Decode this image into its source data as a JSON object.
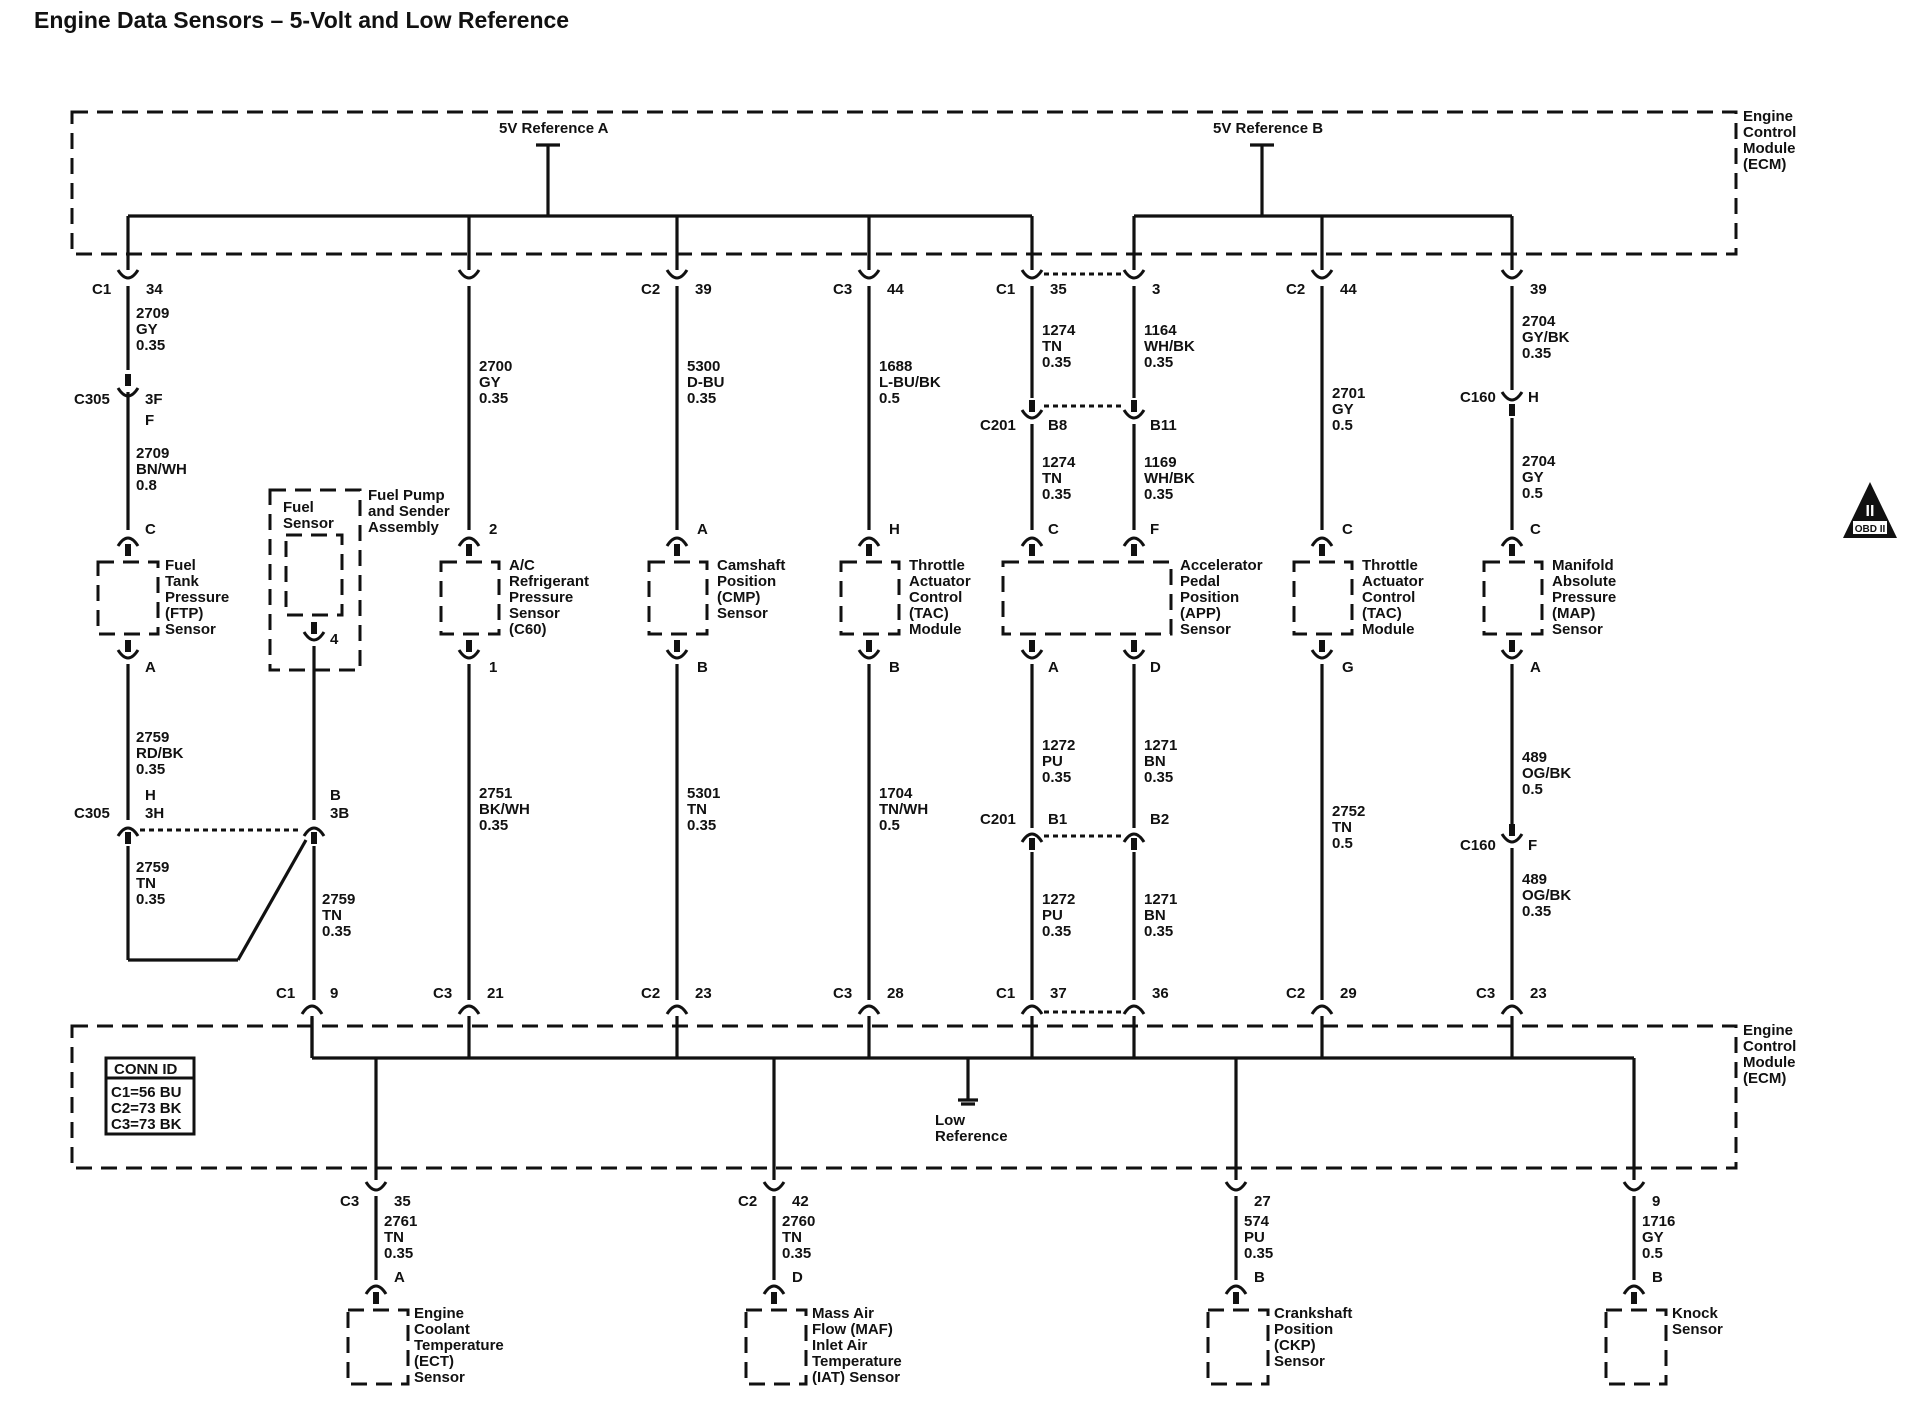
{
  "title": "Engine Data Sensors – 5-Volt and Low Reference",
  "ecm_label": [
    "Engine",
    "Control",
    "Module",
    "(ECM)"
  ],
  "ref_a": "5V Reference A",
  "ref_b": "5V Reference B",
  "low_ref": [
    "Low",
    "Reference"
  ],
  "obd_badge": "OBD II",
  "conn_id": {
    "title": "CONN ID",
    "lines": [
      "C1=56 BU",
      "C2=73 BK",
      "C3=73 BK"
    ]
  },
  "top_pins": [
    {
      "conn": "C1",
      "pin": "34"
    },
    {
      "conn": "",
      "pin": ""
    },
    {
      "conn": "C2",
      "pin": "39"
    },
    {
      "conn": "C3",
      "pin": "44"
    },
    {
      "conn": "C1",
      "pin": "35"
    },
    {
      "conn": "",
      "pin": "3"
    },
    {
      "conn": "C2",
      "pin": "44"
    },
    {
      "conn": "",
      "pin": "39"
    }
  ],
  "bottom_pins": [
    {
      "conn": "C1",
      "pin": "9"
    },
    {
      "conn": "C3",
      "pin": "21"
    },
    {
      "conn": "C2",
      "pin": "23"
    },
    {
      "conn": "C3",
      "pin": "28"
    },
    {
      "conn": "C1",
      "pin": "37"
    },
    {
      "conn": "",
      "pin": "36"
    },
    {
      "conn": "C2",
      "pin": "29"
    },
    {
      "conn": "C3",
      "pin": "23"
    }
  ],
  "wires": {
    "ftp_upper": [
      "2709",
      "GY",
      "0.35"
    ],
    "ftp_lower": [
      "2709",
      "BN/WH",
      "0.8"
    ],
    "ac_ref": [
      "2700",
      "GY",
      "0.35"
    ],
    "cmp_ref": [
      "5300",
      "D-BU",
      "0.35"
    ],
    "tac1_ref": [
      "1688",
      "L-BU/BK",
      "0.5"
    ],
    "app1_upper": [
      "1274",
      "TN",
      "0.35"
    ],
    "app1_lower": [
      "1274",
      "TN",
      "0.35"
    ],
    "app2_upper": [
      "1164",
      "WH/BK",
      "0.35"
    ],
    "app2_lower": [
      "1169",
      "WH/BK",
      "0.35"
    ],
    "tac2_ref": [
      "2701",
      "GY",
      "0.5"
    ],
    "map_upper": [
      "2704",
      "GY/BK",
      "0.35"
    ],
    "map_lower": [
      "2704",
      "GY",
      "0.5"
    ],
    "ftp_low_upper": [
      "2759",
      "RD/BK",
      "0.35"
    ],
    "ftp_low_lower": [
      "2759",
      "TN",
      "0.35"
    ],
    "fuel_low": [
      "2759",
      "TN",
      "0.35"
    ],
    "ac_low": [
      "2751",
      "BK/WH",
      "0.35"
    ],
    "cmp_low": [
      "5301",
      "TN",
      "0.35"
    ],
    "tac1_low": [
      "1704",
      "TN/WH",
      "0.5"
    ],
    "app_a_upper": [
      "1272",
      "PU",
      "0.35"
    ],
    "app_a_lower": [
      "1272",
      "PU",
      "0.35"
    ],
    "app_d_upper": [
      "1271",
      "BN",
      "0.35"
    ],
    "app_d_lower": [
      "1271",
      "BN",
      "0.35"
    ],
    "tac2_low": [
      "2752",
      "TN",
      "0.5"
    ],
    "map_low_upper": [
      "489",
      "OG/BK",
      "0.5"
    ],
    "map_low_lower": [
      "489",
      "OG/BK",
      "0.35"
    ],
    "ect": [
      "2761",
      "TN",
      "0.35"
    ],
    "maf": [
      "2760",
      "TN",
      "0.35"
    ],
    "ckp": [
      "574",
      "PU",
      "0.35"
    ],
    "knock": [
      "1716",
      "GY",
      "0.5"
    ]
  },
  "connectors": {
    "c305_upper": {
      "name": "C305",
      "pins": [
        "3F",
        "F"
      ]
    },
    "c305_lower": {
      "name": "C305",
      "pins": [
        "H",
        "3H"
      ]
    },
    "c305_b": {
      "pins": [
        "B",
        "3B"
      ]
    },
    "c201_upper": {
      "name": "C201",
      "pins": [
        "B8",
        "B11"
      ]
    },
    "c201_lower": {
      "name": "C201",
      "pins": [
        "B1",
        "B2"
      ]
    },
    "c160_upper": {
      "name": "C160",
      "pin": "H"
    },
    "c160_lower": {
      "name": "C160",
      "pin": "F"
    }
  },
  "components": {
    "ftp": {
      "label": [
        "Fuel",
        "Tank",
        "Pressure",
        "(FTP)",
        "Sensor"
      ],
      "pin_top": "C",
      "pin_bottom": "A"
    },
    "fuel_pump": {
      "label": [
        "Fuel Pump",
        "and Sender",
        "Assembly"
      ],
      "inner": [
        "Fuel",
        "Sensor"
      ],
      "pin": "4"
    },
    "ac": {
      "label": [
        "A/C",
        "Refrigerant",
        "Pressure",
        "Sensor",
        "(C60)"
      ],
      "pin_top": "2",
      "pin_bottom": "1"
    },
    "cmp": {
      "label": [
        "Camshaft",
        "Position",
        "(CMP)",
        "Sensor"
      ],
      "pin_top": "A",
      "pin_bottom": "B"
    },
    "tac1": {
      "label": [
        "Throttle",
        "Actuator",
        "Control",
        "(TAC)",
        "Module"
      ],
      "pin_top": "H",
      "pin_bottom": "B"
    },
    "app": {
      "label": [
        "Accelerator",
        "Pedal",
        "Position",
        "(APP)",
        "Sensor"
      ],
      "pins_top": [
        "C",
        "F"
      ],
      "pins_bottom": [
        "A",
        "D"
      ]
    },
    "tac2": {
      "label": [
        "Throttle",
        "Actuator",
        "Control",
        "(TAC)",
        "Module"
      ],
      "pin_top": "C",
      "pin_bottom": "G"
    },
    "map": {
      "label": [
        "Manifold",
        "Absolute",
        "Pressure",
        "(MAP)",
        "Sensor"
      ],
      "pin_top": "C",
      "pin_bottom": "A"
    },
    "ect": {
      "label": [
        "Engine",
        "Coolant",
        "Temperature",
        "(ECT)",
        "Sensor"
      ],
      "conn": "C3",
      "pin_ecm": "35",
      "pin": "A"
    },
    "maf": {
      "label": [
        "Mass Air",
        "Flow (MAF)",
        "Inlet Air",
        "Temperature",
        "(IAT) Sensor"
      ],
      "conn": "C2",
      "pin_ecm": "42",
      "pin": "D"
    },
    "ckp": {
      "label": [
        "Crankshaft",
        "Position",
        "(CKP)",
        "Sensor"
      ],
      "conn": "",
      "pin_ecm": "27",
      "pin": "B"
    },
    "knock": {
      "label": [
        "Knock",
        "Sensor"
      ],
      "conn": "",
      "pin_ecm": "9",
      "pin": "B"
    }
  }
}
